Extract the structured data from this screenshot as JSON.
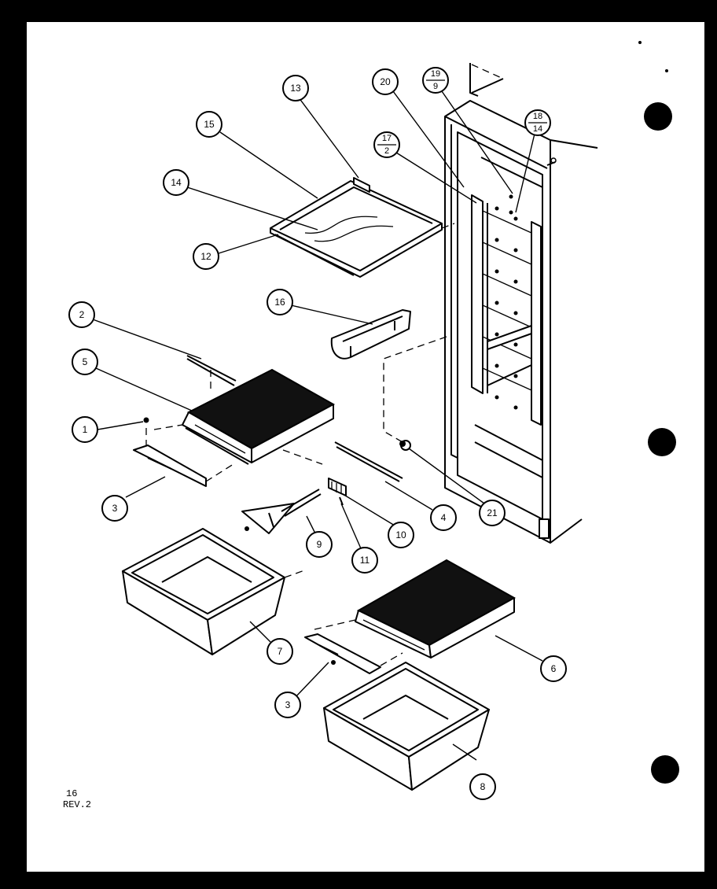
{
  "diagram": {
    "callouts": [
      {
        "id": "c13",
        "label": "13"
      },
      {
        "id": "c15",
        "label": "15"
      },
      {
        "id": "c14",
        "label": "14"
      },
      {
        "id": "c12",
        "label": "12"
      },
      {
        "id": "c20",
        "label": "20"
      },
      {
        "id": "c19",
        "top": "19",
        "bottom": "9"
      },
      {
        "id": "c17",
        "top": "17",
        "bottom": "2"
      },
      {
        "id": "c18",
        "top": "18",
        "bottom": "14"
      },
      {
        "id": "c16",
        "label": "16"
      },
      {
        "id": "c2",
        "label": "2"
      },
      {
        "id": "c5",
        "label": "5"
      },
      {
        "id": "c1",
        "label": "1"
      },
      {
        "id": "c3a",
        "label": "3"
      },
      {
        "id": "c4",
        "label": "4"
      },
      {
        "id": "c21",
        "label": "21"
      },
      {
        "id": "c10",
        "label": "10"
      },
      {
        "id": "c9",
        "label": "9"
      },
      {
        "id": "c11",
        "label": "11"
      },
      {
        "id": "c7",
        "label": "7"
      },
      {
        "id": "c6",
        "label": "6"
      },
      {
        "id": "c3b",
        "label": "3"
      },
      {
        "id": "c8",
        "label": "8"
      }
    ],
    "footer": {
      "page": "16",
      "revision": "REV.2"
    }
  }
}
